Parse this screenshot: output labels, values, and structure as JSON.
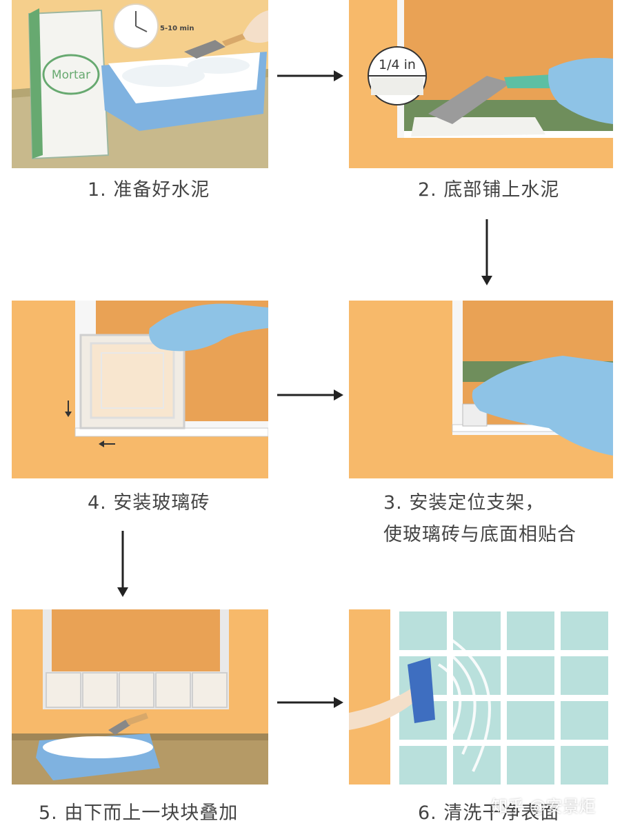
{
  "steps": [
    {
      "number": 1,
      "caption": "1. 准备好水泥"
    },
    {
      "number": 2,
      "caption": "2. 底部铺上水泥"
    },
    {
      "number": 3,
      "caption_line1": "3. 安装定位支架，",
      "caption_line2": "使玻璃砖与底面相贴合"
    },
    {
      "number": 4,
      "caption": "4. 安装玻璃砖"
    },
    {
      "number": 5,
      "caption": "5. 由下而上一块块叠加"
    },
    {
      "number": 6,
      "caption": "6. 清洗干净表面"
    }
  ],
  "panel1": {
    "bag_label": "Mortar",
    "timer_label": "5-10 min"
  },
  "panel2": {
    "measure_label": "1/4 in"
  },
  "watermark": "知乎 @安景炬",
  "colors": {
    "wall": "#f7b96a",
    "floor": "#c9b58a",
    "glove": "#8ec3e6",
    "tray": "#7fb2e0",
    "arrow": "#222222"
  }
}
